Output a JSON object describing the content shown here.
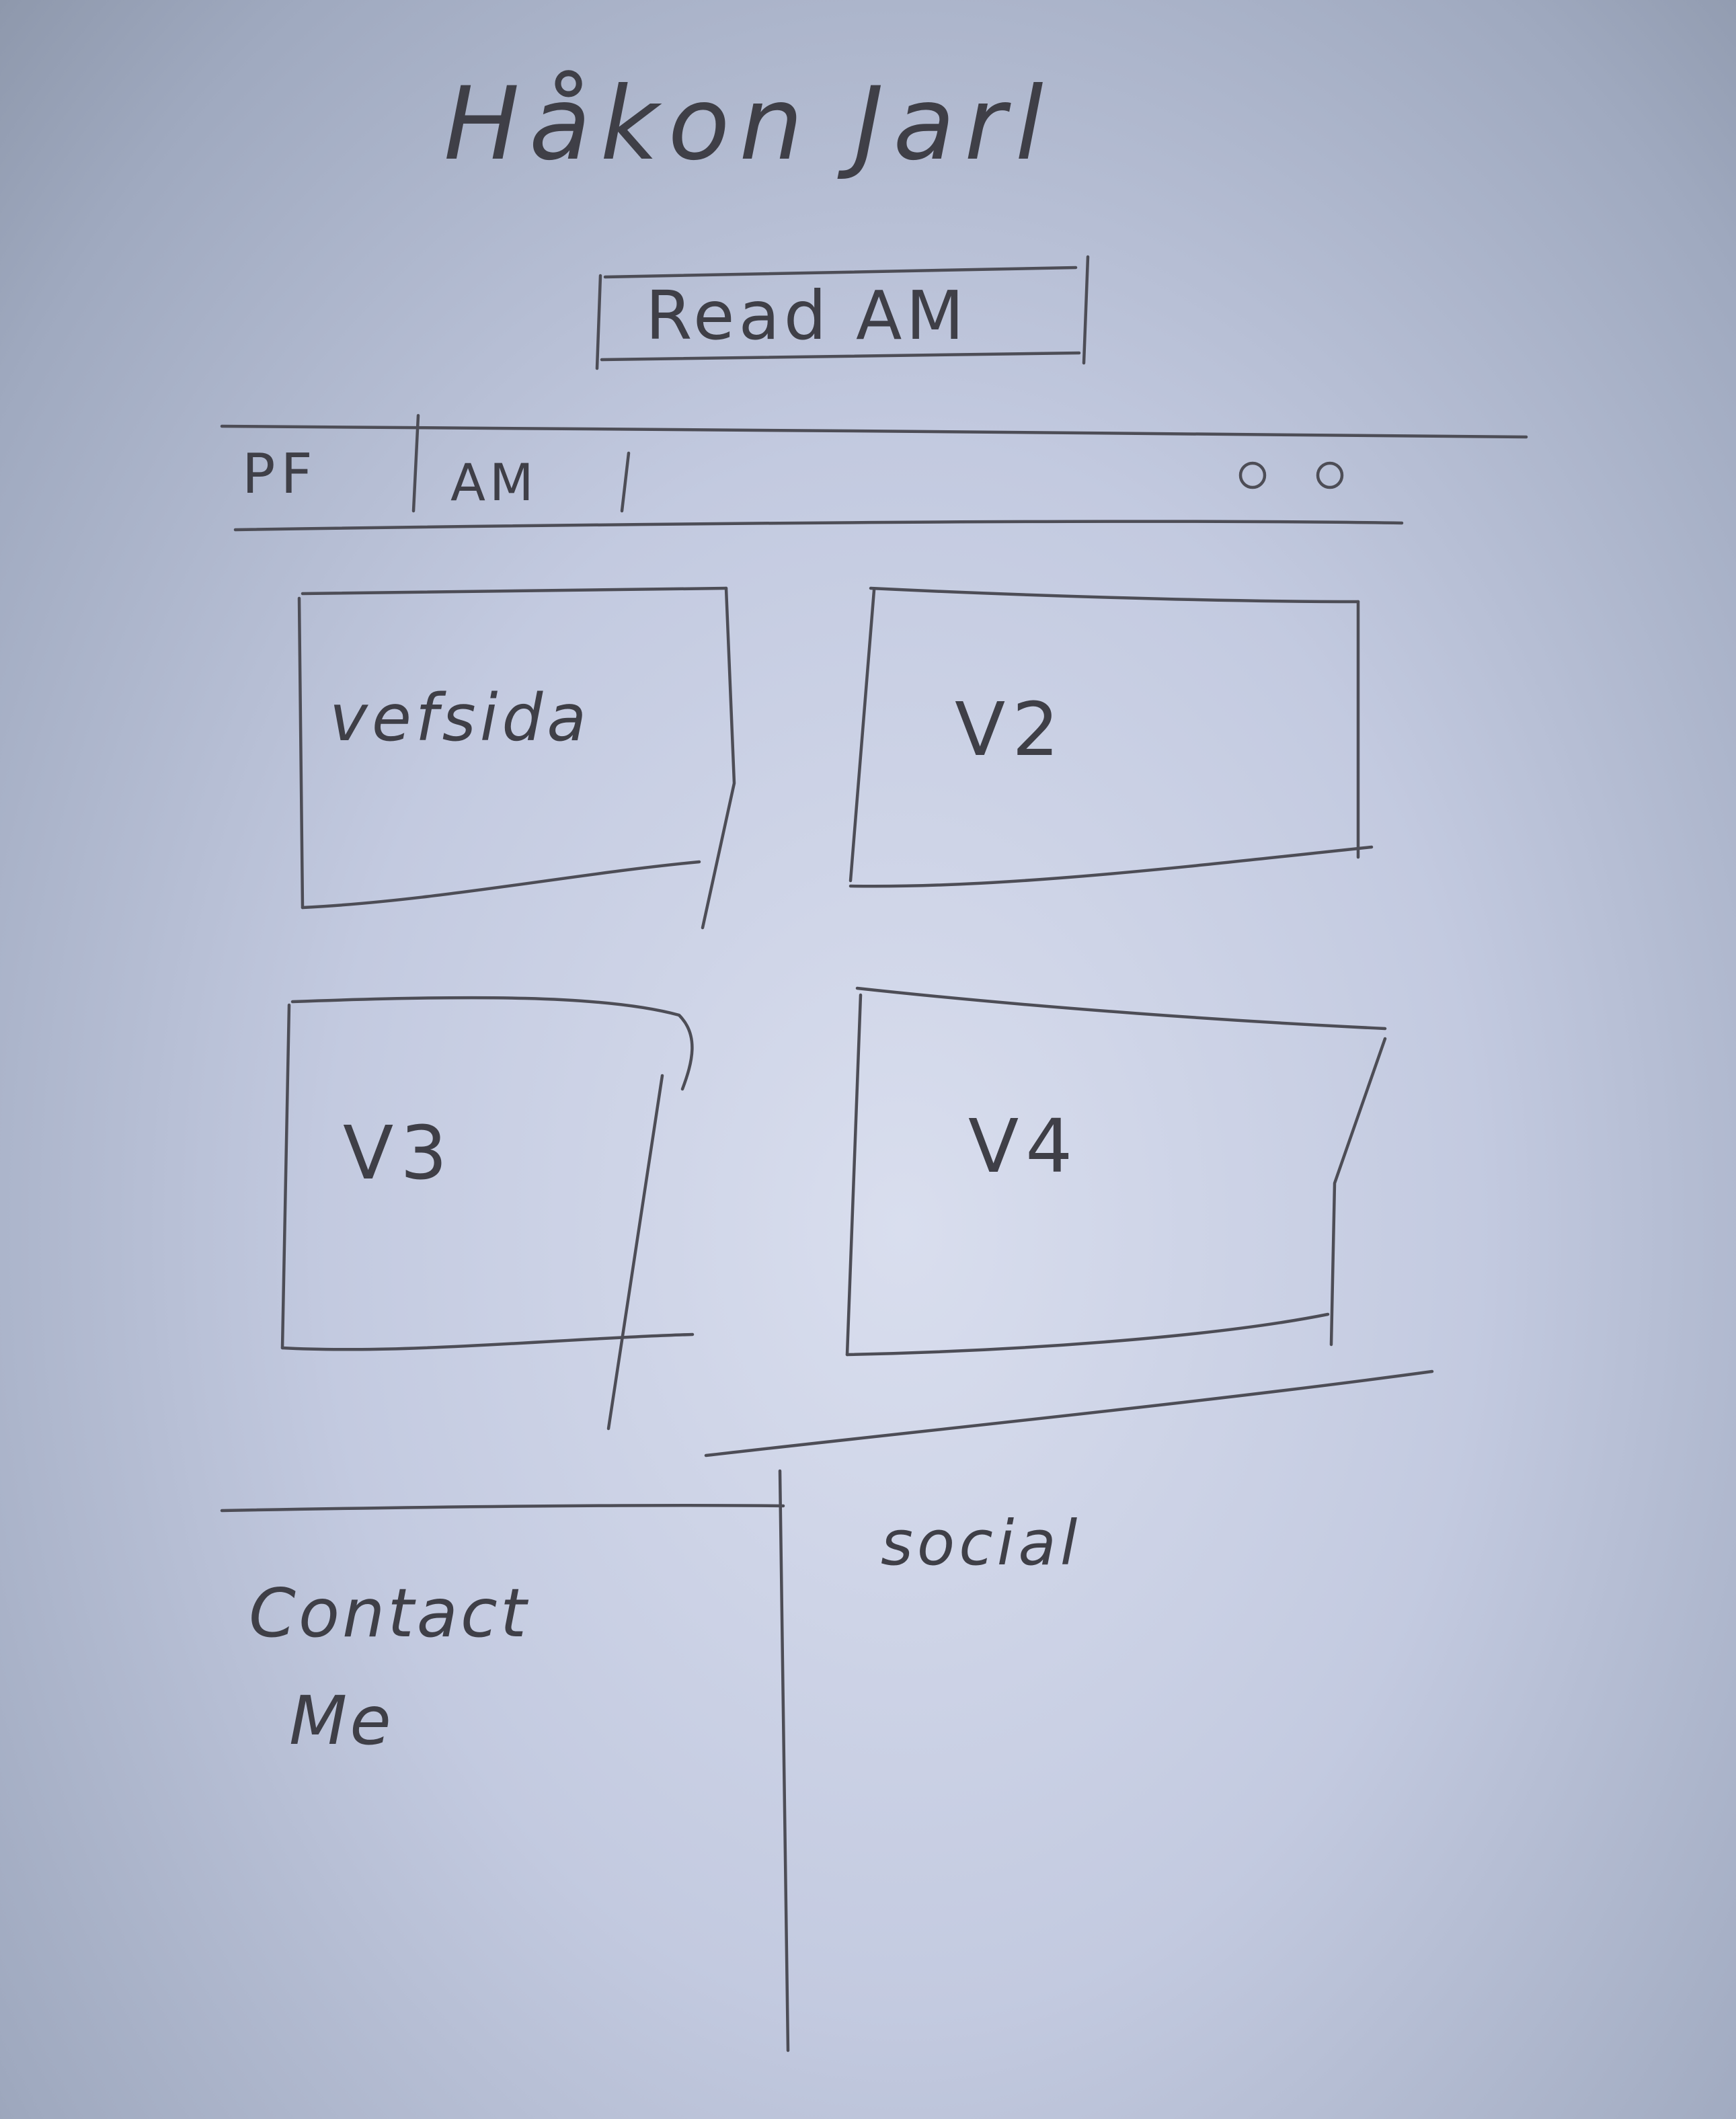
{
  "header": {
    "title": "Håkon Jarl",
    "read_button_label": "Read AM"
  },
  "nav": {
    "items": [
      "PF",
      "AM"
    ],
    "right_icons": [
      "circle-icon",
      "circle-icon"
    ]
  },
  "cards": [
    {
      "label": "vefsida"
    },
    {
      "label": "V2"
    },
    {
      "label": "V3"
    },
    {
      "label": "V4"
    }
  ],
  "footer": {
    "contact_line1": "Contact",
    "contact_line2": "Me",
    "social_label": "social"
  }
}
